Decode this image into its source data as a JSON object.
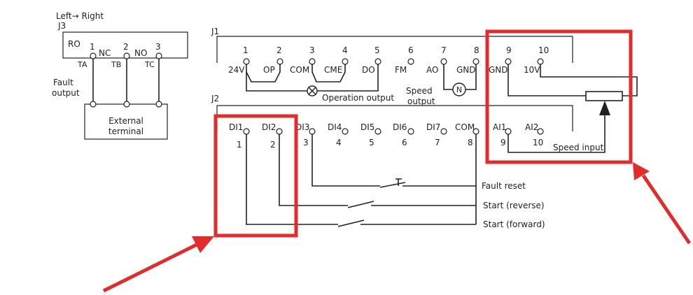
{
  "colors": {
    "highlight": "#e32b2b",
    "line": "#222222"
  },
  "j3": {
    "direction_label": "Left→ Right",
    "title": "J3",
    "ro_label": "RO",
    "pin_numbers": [
      "1",
      "2",
      "3"
    ],
    "pin_names": [
      "NC",
      "NO"
    ],
    "terminal_names": [
      "TA",
      "TB",
      "TC"
    ],
    "fault_output": [
      "Fault",
      "output"
    ],
    "external_terminal": [
      "External",
      "terminal"
    ]
  },
  "j1": {
    "title": "J1",
    "pin_numbers": [
      "1",
      "2",
      "3",
      "4",
      "5",
      "6",
      "7",
      "8",
      "9",
      "10"
    ],
    "pin_names": [
      "24V",
      "OP",
      "COM",
      "CME",
      "DO",
      "FM",
      "AO",
      "GND",
      "GND",
      "10V"
    ],
    "operation_output": "Operation output",
    "speed_output": [
      "Speed",
      "output"
    ],
    "meter_symbol": "N"
  },
  "j2": {
    "title": "J2",
    "pin_names": [
      "DI1",
      "DI2",
      "DI3",
      "DI4",
      "DI5",
      "DI6",
      "DI7",
      "COM",
      "AI1",
      "AI2"
    ],
    "pin_numbers": [
      "1",
      "2",
      "3",
      "4",
      "5",
      "6",
      "7",
      "8",
      "9",
      "10"
    ],
    "speed_input": "Speed input",
    "switches": [
      "Fault reset",
      "Start (reverse)",
      "Start (forward)"
    ]
  }
}
